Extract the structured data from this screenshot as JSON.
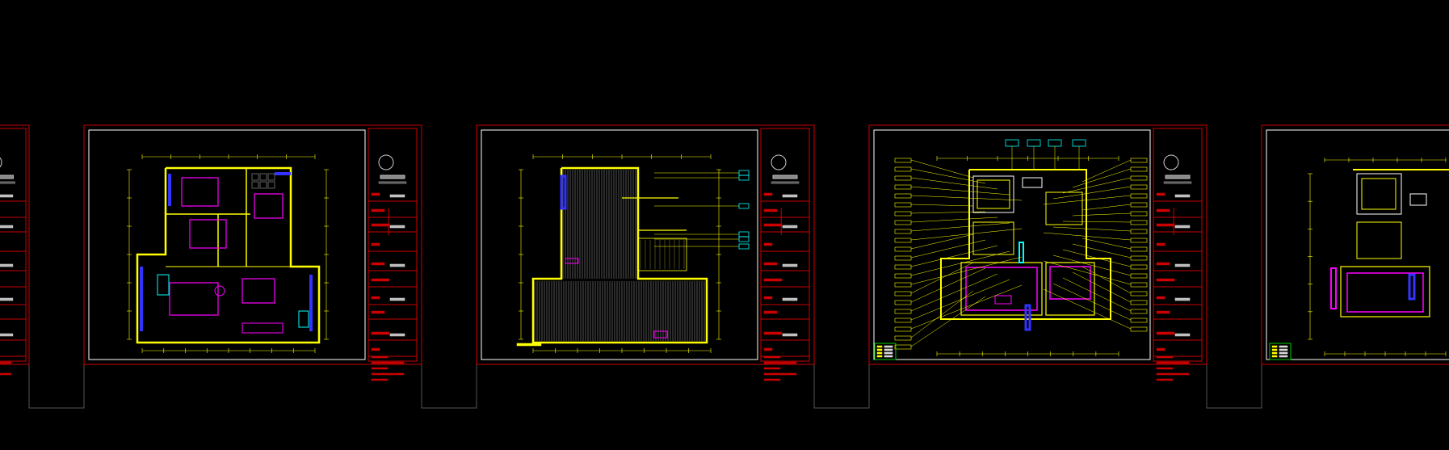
{
  "viewport": {
    "background": "#000000"
  },
  "colors": {
    "frame_red": "#cc0000",
    "inner_white": "#ffffff",
    "cad_yellow": "#ffff00",
    "cad_magenta": "#ff00ff",
    "cad_blue": "#3333ff",
    "cad_cyan": "#00ffff",
    "cad_green": "#00cc00",
    "cad_gray": "#777777",
    "connector_gray": "#555555"
  },
  "sheets": [
    {
      "id": "sheet-partial-left",
      "kind": "title-block-only"
    },
    {
      "id": "sheet-1",
      "kind": "original-floor-plan"
    },
    {
      "id": "sheet-2",
      "kind": "floor-finish-plan"
    },
    {
      "id": "sheet-3",
      "kind": "ceiling-plan"
    },
    {
      "id": "sheet-partial-right",
      "kind": "ceiling-plan-partial"
    }
  ]
}
